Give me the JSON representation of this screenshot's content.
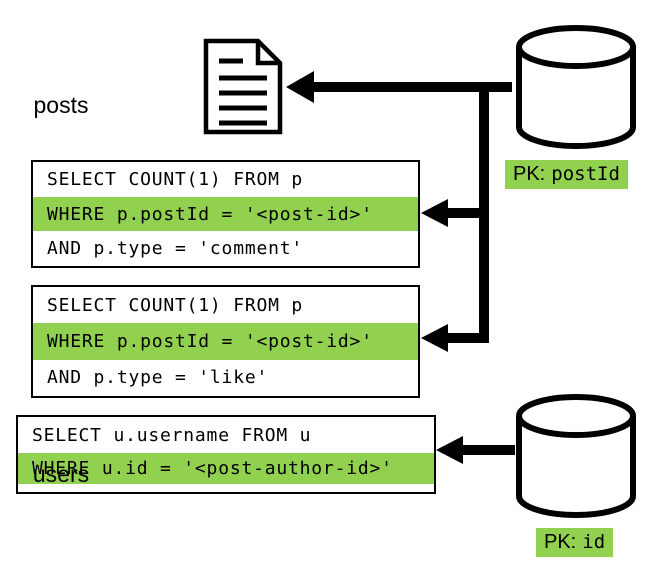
{
  "diagram": {
    "colors": {
      "highlight": "#92d050",
      "ink": "#000000",
      "background": "#ffffff"
    },
    "databases": {
      "posts": {
        "label": "posts",
        "pk_label": "PK:",
        "pk_value": "postId"
      },
      "users": {
        "label": "users",
        "pk_label": "PK:",
        "pk_value": "id"
      }
    },
    "queries": {
      "comment_count": {
        "lines": [
          "SELECT COUNT(1) FROM p",
          "WHERE p.postId = '<post-id>'",
          "AND p.type = 'comment'"
        ],
        "highlighted_line_index": 1
      },
      "like_count": {
        "lines": [
          "SELECT COUNT(1) FROM p",
          "WHERE p.postId = '<post-id>'",
          "AND p.type = 'like'"
        ],
        "highlighted_line_index": 1
      },
      "author_username": {
        "lines": [
          "SELECT u.username FROM u",
          "WHERE u.id = '<post-author-id>'"
        ],
        "highlighted_line_index": 1
      }
    }
  }
}
